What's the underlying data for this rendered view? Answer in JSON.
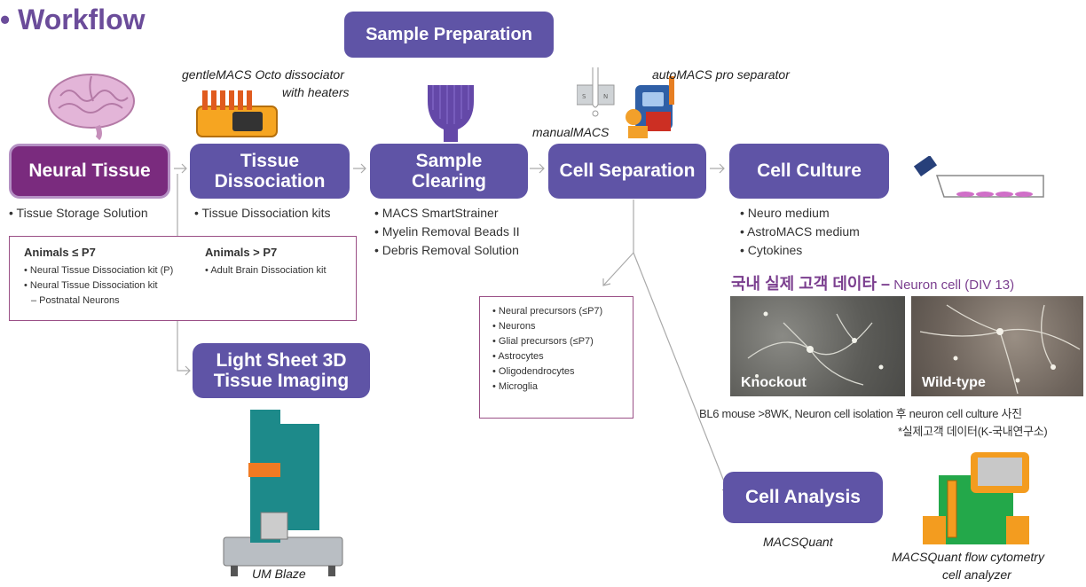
{
  "title": "• Workflow",
  "stages": {
    "sample_preparation": "Sample Preparation",
    "neural_tissue": "Neural Tissue",
    "tissue_dissociation": "Tissue Dissociation",
    "sample_clearing": "Sample Clearing",
    "cell_separation": "Cell Separation",
    "cell_culture": "Cell Culture",
    "light_sheet": "Light Sheet 3D Tissue Imaging",
    "cell_analysis": "Cell Analysis"
  },
  "captions": {
    "gentlemacs_line1": "gentleMACS Octo dissociator",
    "gentlemacs_line2": "with heaters",
    "automacs": "autoMACS pro separator",
    "manualmacs": "manualMACS",
    "um_blaze": "UM Blaze",
    "macsquant": "MACSQuant",
    "macsquant_flow_line1": "MACSQuant flow cytometry",
    "macsquant_flow_line2": "cell analyzer"
  },
  "bullets": {
    "neural_tissue": [
      "Tissue Storage Solution"
    ],
    "dissociation": [
      "Tissue Dissociation kits"
    ],
    "clearing": [
      "MACS SmartStrainer",
      "Myelin Removal Beads II",
      "Debris Removal Solution"
    ],
    "culture": [
      "Neuro medium",
      "AstroMACS medium",
      "Cytokines"
    ]
  },
  "animals_panel": {
    "left_heading": "Animals ≤ P7",
    "left_items": [
      "Neural Tissue Dissociation kit (P)",
      "Neural Tissue Dissociation kit"
    ],
    "left_subnote": "– Postnatal Neurons",
    "right_heading": "Animals > P7",
    "right_items": [
      "Adult Brain Dissociation kit"
    ]
  },
  "cell_types": [
    "Neural precursors (≤P7)",
    "Neurons",
    "Glial precursors (≤P7)",
    "Astrocytes",
    "Oligodendrocytes",
    "Microglia"
  ],
  "customer_data": {
    "heading_korean": "국내 실제 고객 데이타 –",
    "heading_suffix": " Neuron cell (DIV 13)",
    "image_left_label": "Knockout",
    "image_right_label": "Wild-type",
    "note_line1": "BL6 mouse >8WK, Neuron cell isolation 후 neuron cell culture 사진",
    "note_line2": "*실제고객 데이터(K-국내연구소)"
  },
  "colors": {
    "stage_box": "#5f54a6",
    "neural_box": "#7a2b7e",
    "title": "#6b4c9a",
    "heading_purple": "#7b3f8f"
  }
}
